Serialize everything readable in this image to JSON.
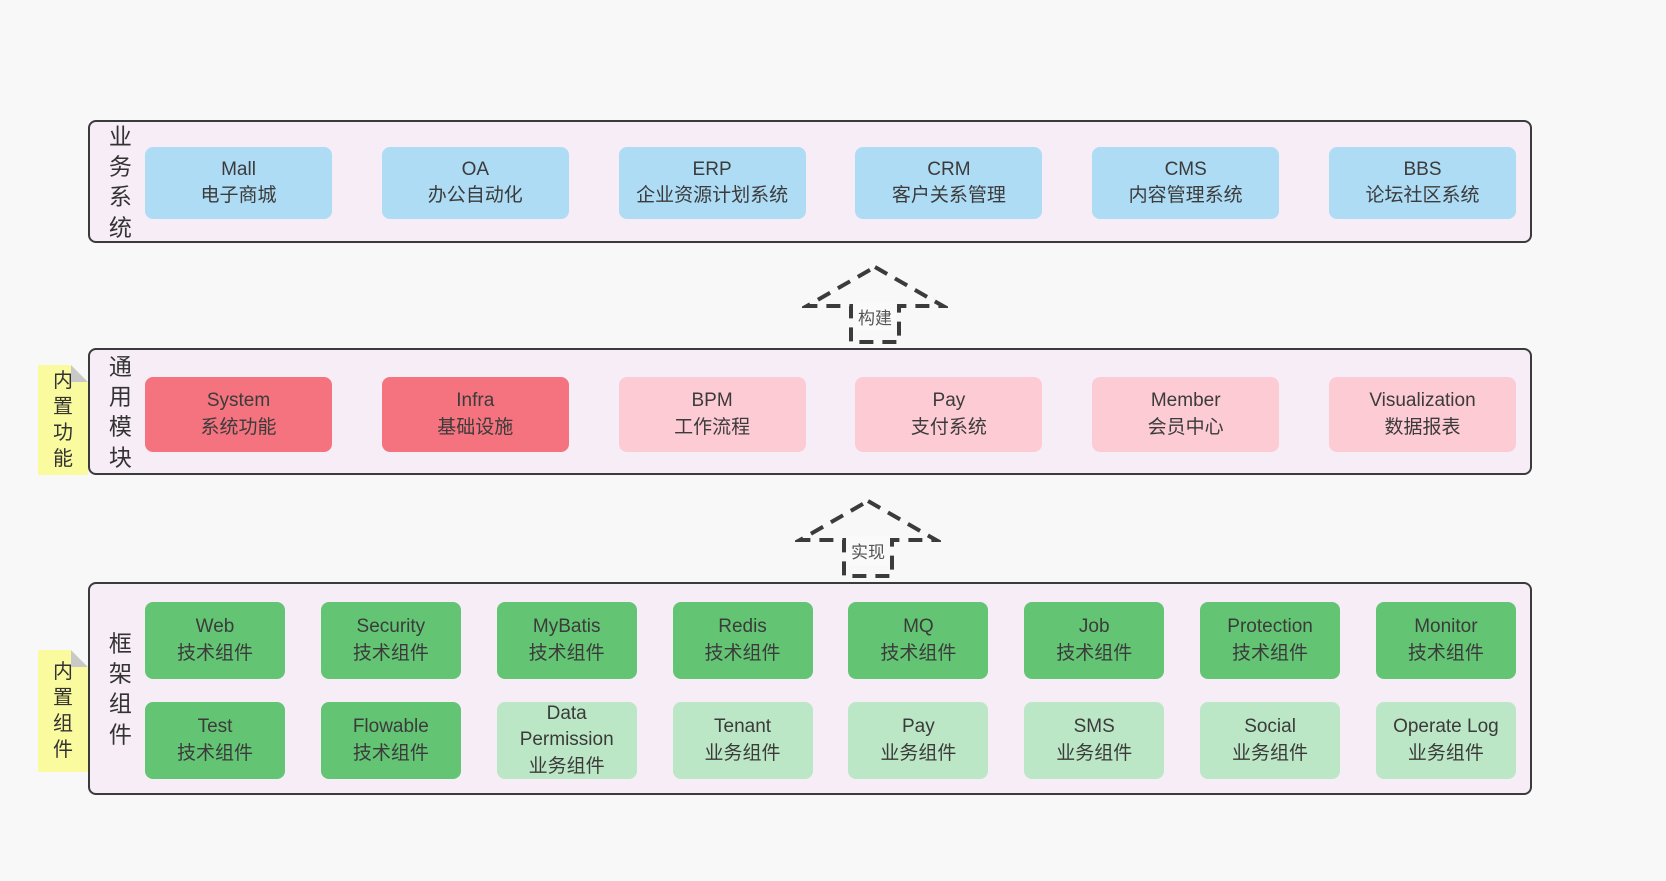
{
  "colors": {
    "page_bg": "#f8f8f8",
    "band_bg": "#f7edf6",
    "band_border": "#3b3b3b",
    "blue_box": "#aedcf5",
    "red_box": "#f4737e",
    "pink_box": "#fdcbd4",
    "green_box": "#63c574",
    "light_green_box": "#bce7c6",
    "sticky_yellow": "#fafa9e",
    "sticky_fold_gray": "#c9c9c9",
    "text": "#3b3b3b"
  },
  "arrows": [
    {
      "label": "构建"
    },
    {
      "label": "实现"
    }
  ],
  "bands": [
    {
      "label": "业务系统",
      "boxes": [
        {
          "name": "Mall",
          "desc": "电子商城"
        },
        {
          "name": "OA",
          "desc": "办公自动化"
        },
        {
          "name": "ERP",
          "desc": "企业资源计划系统"
        },
        {
          "name": "CRM",
          "desc": "客户关系管理"
        },
        {
          "name": "CMS",
          "desc": "内容管理系统"
        },
        {
          "name": "BBS",
          "desc": "论坛社区系统"
        }
      ]
    },
    {
      "label": "通用模块",
      "sticky": "内置功能",
      "boxes": [
        {
          "name": "System",
          "desc": "系统功能"
        },
        {
          "name": "Infra",
          "desc": "基础设施"
        },
        {
          "name": "BPM",
          "desc": "工作流程"
        },
        {
          "name": "Pay",
          "desc": "支付系统"
        },
        {
          "name": "Member",
          "desc": "会员中心"
        },
        {
          "name": "Visualization",
          "desc": "数据报表"
        }
      ]
    },
    {
      "label": "框架组件",
      "sticky": "内置组件",
      "rows": [
        [
          {
            "name": "Web",
            "desc": "技术组件"
          },
          {
            "name": "Security",
            "desc": "技术组件"
          },
          {
            "name": "MyBatis",
            "desc": "技术组件"
          },
          {
            "name": "Redis",
            "desc": "技术组件"
          },
          {
            "name": "MQ",
            "desc": "技术组件"
          },
          {
            "name": "Job",
            "desc": "技术组件"
          },
          {
            "name": "Protection",
            "desc": "技术组件"
          },
          {
            "name": "Monitor",
            "desc": "技术组件"
          }
        ],
        [
          {
            "name": "Test",
            "desc": "技术组件"
          },
          {
            "name": "Flowable",
            "desc": "技术组件"
          },
          {
            "name": "Data Permission",
            "desc": "业务组件"
          },
          {
            "name": "Tenant",
            "desc": "业务组件"
          },
          {
            "name": "Pay",
            "desc": "业务组件"
          },
          {
            "name": "SMS",
            "desc": "业务组件"
          },
          {
            "name": "Social",
            "desc": "业务组件"
          },
          {
            "name": "Operate Log",
            "desc": "业务组件"
          }
        ]
      ]
    }
  ]
}
